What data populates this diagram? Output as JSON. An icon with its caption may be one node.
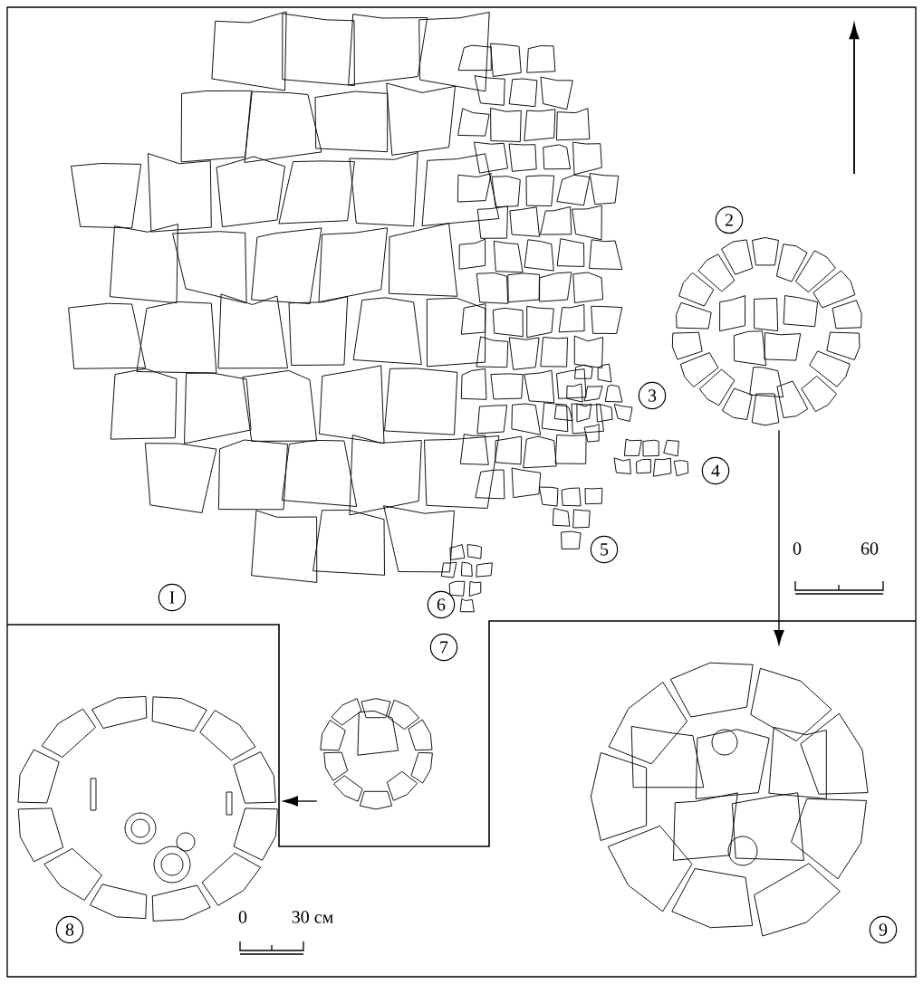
{
  "diagram": {
    "nodes": [
      {
        "text": [
          "I"
        ]
      },
      {
        "text": [
          "2"
        ]
      },
      {
        "text": [
          "3"
        ]
      },
      {
        "text": [
          "4"
        ]
      },
      {
        "text": [
          "5"
        ]
      },
      {
        "text": [
          "6"
        ]
      },
      {
        "text": [
          "7"
        ]
      },
      {
        "text": [
          "8"
        ]
      },
      {
        "text": [
          "9"
        ]
      },
      {
        "text": [],
        "shape": "picture"
      },
      {
        "text": [],
        "shape": "picture"
      },
      {
        "text": [],
        "shape": "picture"
      },
      {
        "text": [],
        "shape": "picture"
      }
    ],
    "edges": [
      {
        "from": 9,
        "to": 10,
        "arrow": "to"
      },
      {
        "from": 11,
        "to": 12,
        "arrow": "to"
      }
    ],
    "labels": [
      "0",
      "60",
      "0",
      "30 см"
    ]
  }
}
